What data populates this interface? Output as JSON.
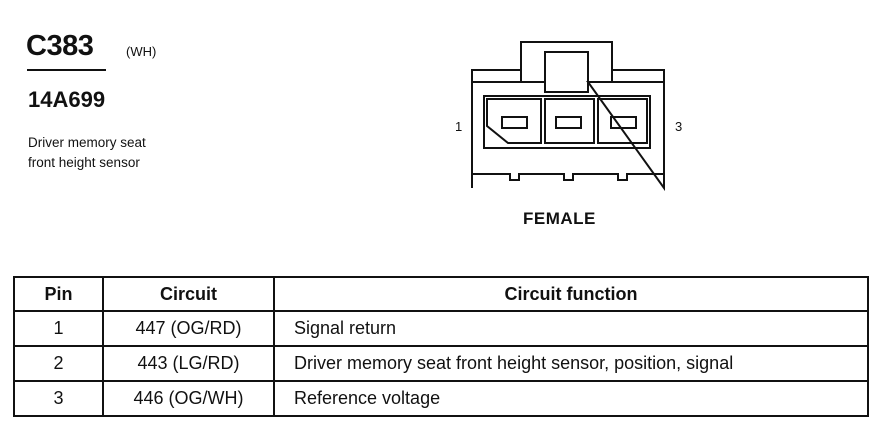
{
  "connector": {
    "id": "C383",
    "color_code": "(WH)",
    "part_number": "14A699",
    "description_lines": [
      "Driver memory seat",
      "front height sensor"
    ]
  },
  "diagram": {
    "pin_left": "1",
    "pin_right": "3",
    "gender": "FEMALE"
  },
  "table": {
    "headers": {
      "pin": "Pin",
      "circuit": "Circuit",
      "function": "Circuit function"
    },
    "rows": [
      {
        "pin": "1",
        "circuit": "447 (OG/RD)",
        "function": "Signal return"
      },
      {
        "pin": "2",
        "circuit": "443 (LG/RD)",
        "function": "Driver memory seat front height sensor, position, signal"
      },
      {
        "pin": "3",
        "circuit": "446 (OG/WH)",
        "function": "Reference voltage"
      }
    ]
  }
}
